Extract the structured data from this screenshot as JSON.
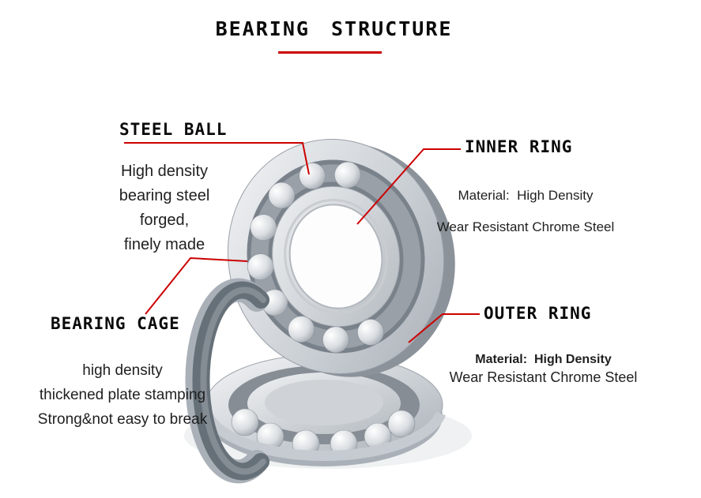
{
  "page": {
    "title": "BEARING STRUCTURE"
  },
  "colors": {
    "accent_red": "#cc0000",
    "text_black": "#0a0a0a",
    "metal_light": "#f4f5f7",
    "metal_dark": "#79818a"
  },
  "illustration": {
    "name": "ball-bearing-3d-render"
  },
  "parts": {
    "steel_ball": {
      "label": "STEEL BALL",
      "lines": [
        "High density",
        "bearing steel",
        "forged,",
        "finely made"
      ]
    },
    "inner_ring": {
      "label": "INNER RING",
      "lines": [
        "Material:  High Density",
        "Wear Resistant Chrome Steel"
      ]
    },
    "bearing_cage": {
      "label": "BEARING CAGE",
      "lines": [
        "high density",
        "thickened plate stamping",
        "Strong&not easy to break"
      ]
    },
    "outer_ring": {
      "label": "OUTER RING",
      "lines": [
        "Material:  High Density",
        "Wear Resistant Chrome Steel"
      ]
    }
  }
}
